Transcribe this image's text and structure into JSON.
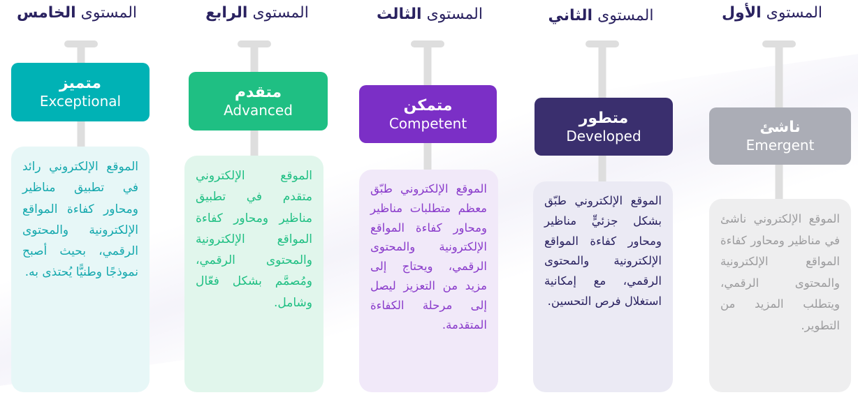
{
  "levels": [
    {
      "id": "level-5",
      "title_prefix": "المستوى",
      "title_ordinal": "الخامس",
      "badge_ar": "متميز",
      "badge_en": "Exceptional",
      "badge_color": "#00B2B5",
      "card_bg": "#E7F7F7",
      "text_color": "#14A8AD",
      "description": "الموقع الإلكتروني رائد في تطبيق مناظير ومحاور كفاءة المواقع الإلكترونية والمحتوى الرقمي، بحيث أصبح نموذجًا وطنيًّا يُحتذى به."
    },
    {
      "id": "level-4",
      "title_prefix": "المستوى",
      "title_ordinal": "الرابع",
      "badge_ar": "متقدم",
      "badge_en": "Advanced",
      "badge_color": "#1FBF83",
      "card_bg": "#E1F6EC",
      "text_color": "#1FBF83",
      "description": "الموقع الإلكتروني متقدم في تطبيق مناظير ومحاور كفاءة المواقع الإلكترونية والمحتوى الرقمي، ومُصمَّم بشكل فعّال وشامل."
    },
    {
      "id": "level-3",
      "title_prefix": "المستوى",
      "title_ordinal": "الثالث",
      "badge_ar": "متمكن",
      "badge_en": "Competent",
      "badge_color": "#7B2FC6",
      "card_bg": "#F1E9F9",
      "text_color": "#8A3CCB",
      "description": "الموقع الإلكتروني طبّق معظم متطلبات مناظير ومحاور كفاءة المواقع الإلكترونية والمحتوى الرقمي، ويحتاج إلى مزيد من التعزيز ليصل إلى مرحلة الكفاءة المتقدمة."
    },
    {
      "id": "level-2",
      "title_prefix": "المستوى",
      "title_ordinal": "الثاني",
      "badge_ar": "متطور",
      "badge_en": "Developed",
      "badge_color": "#3A2F6E",
      "card_bg": "#EBEAF4",
      "text_color": "#2A2260",
      "description": "الموقع الإلكتروني طبّق بشكل جزئيٍّ مناظير ومحاور كفاءة المواقع الإلكترونية والمحتوى الرقمي، مع إمكانية استغلال فرص التحسين."
    },
    {
      "id": "level-1",
      "title_prefix": "المستوى",
      "title_ordinal": "الأول",
      "badge_ar": "ناشئ",
      "badge_en": "Emergent",
      "badge_color": "#ABADB6",
      "card_bg": "#EEEEEF",
      "text_color": "#9C9C9E",
      "description": "الموقع الإلكتروني ناشئ في مناظير ومحاور كفاءة المواقع الإلكترونية والمحتوى الرقمي، ويتطلب المزيد من التطوير."
    }
  ],
  "colors": {
    "title_text": "#2A2260",
    "connector": "#DEDEDE"
  }
}
